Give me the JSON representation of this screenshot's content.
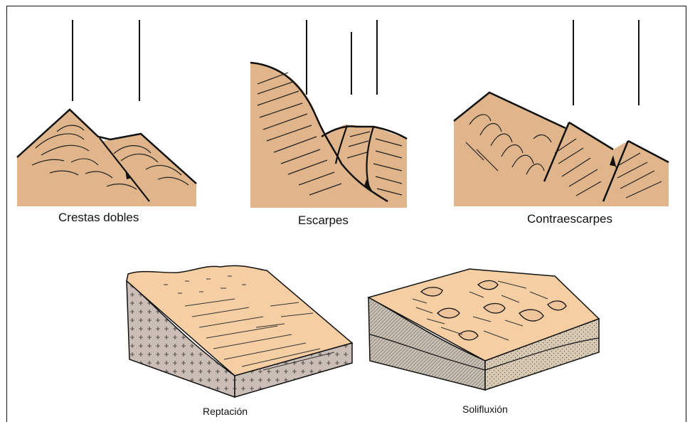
{
  "colors": {
    "rock": "#e0b58b",
    "rock_light": "#f5cfa3",
    "line": "#111111",
    "substrate": "#cbbeb6"
  },
  "labels": {
    "crestas": "Crestas dobles",
    "escarpes": "Escarpes",
    "contraescarpes": "Contraescarpes",
    "reptacion": "Reptación",
    "solifluxion": "Solifluxión"
  }
}
